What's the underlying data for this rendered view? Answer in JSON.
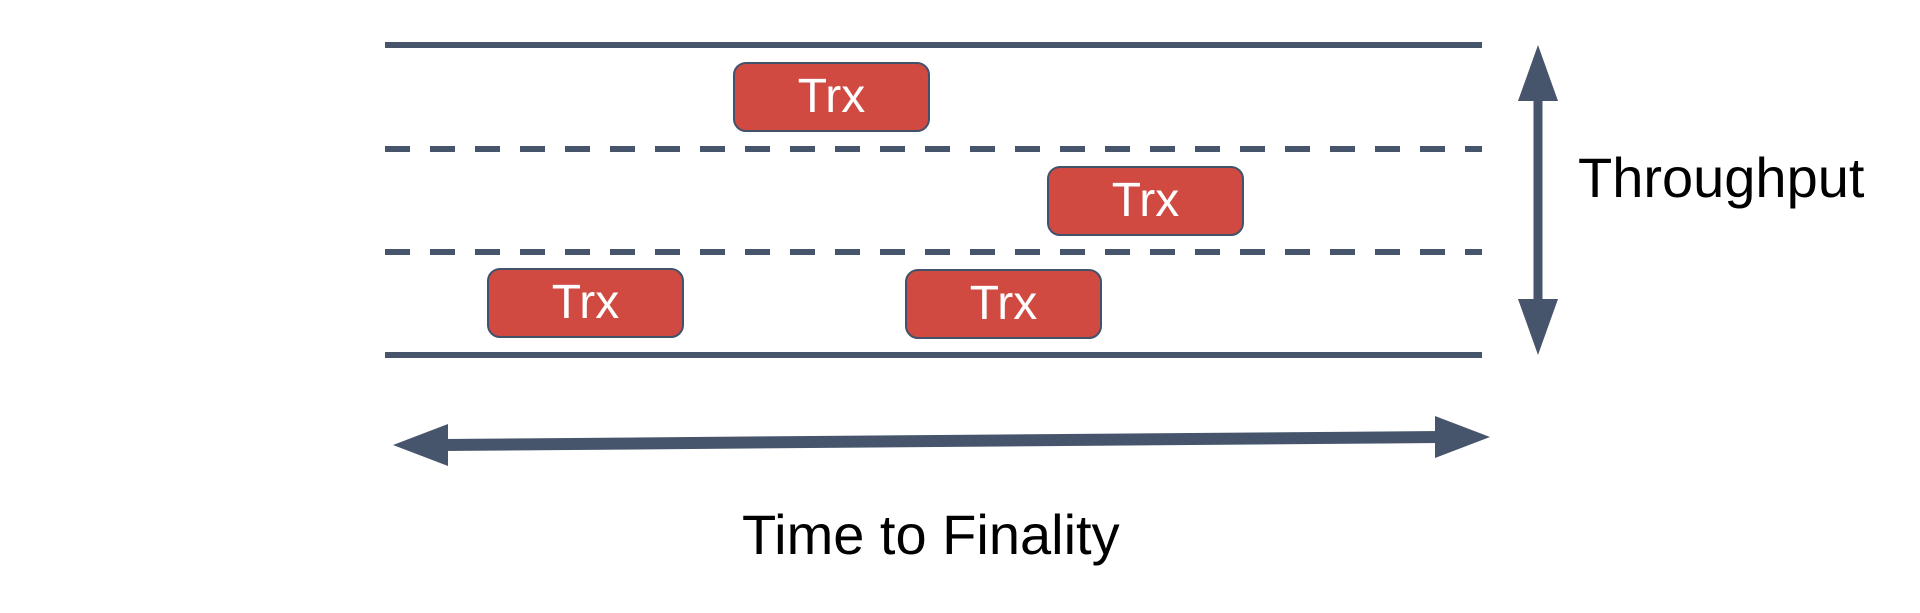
{
  "diagram": {
    "road": {
      "lane_count": 3,
      "edge_lines": "solid",
      "divider_lines": "dashed"
    },
    "transactions": [
      {
        "label": "Trx",
        "lane": "top"
      },
      {
        "label": "Trx",
        "lane": "middle"
      },
      {
        "label": "Trx",
        "lane": "bottom"
      },
      {
        "label": "Trx",
        "lane": "bottom"
      }
    ],
    "axes": {
      "vertical": {
        "label": "Throughput",
        "arrow": "double-headed"
      },
      "horizontal": {
        "label": "Time to Finality",
        "arrow": "double-headed"
      }
    },
    "colors": {
      "line": "#46556b",
      "box_fill": "#d14a42",
      "box_border": "#42526a",
      "box_text": "#ffffff",
      "label_text": "#000000"
    }
  }
}
